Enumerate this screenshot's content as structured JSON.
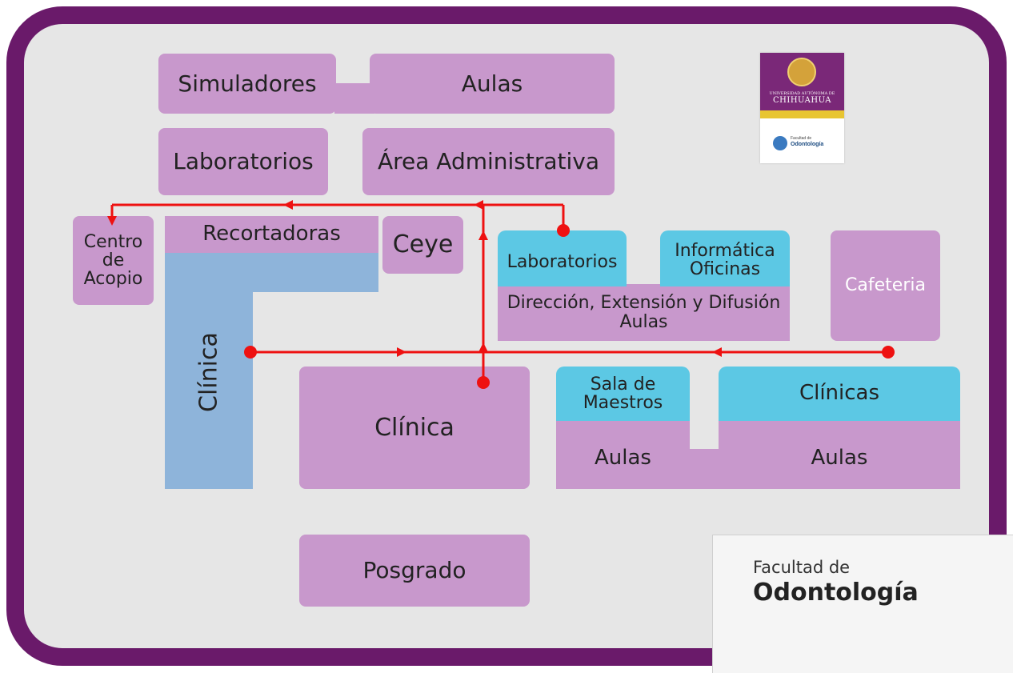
{
  "map": {
    "rooms": {
      "simuladores": "Simuladores",
      "aulas_top": "Aulas",
      "laboratorios_top": "Laboratorios",
      "area_administrativa": "Área Administrativa",
      "centro_acopio": "Centro de Acopio",
      "recortadoras": "Recortadoras",
      "ceye": "Ceye",
      "clinica_vertical": "Clínica",
      "laboratorios_mid": "Laboratorios",
      "informatica_oficinas": "Informática Oficinas",
      "direccion": "Dirección, Extensión y Difusión Aulas",
      "cafeteria": "Cafeteria",
      "clinica_center": "Clínica",
      "sala_maestros": "Sala de Maestros",
      "clinicas": "Clínicas",
      "aulas_left": "Aulas",
      "aulas_right": "Aulas",
      "posgrado": "Posgrado"
    },
    "logo": {
      "univ_small": "UNIVERSIDAD AUTÓNOMA DE",
      "univ_big": "CHIHUAHUA",
      "fac_small": "Facultad de",
      "fac_big": "Odontología"
    },
    "card": {
      "small": "Facultad de",
      "big": "Odontología"
    },
    "colors": {
      "frame": "#6a1a6a",
      "room": "#c898cc",
      "cyan": "#5cc8e4",
      "blue": "#8eb4da",
      "route": "#ee1111"
    }
  }
}
